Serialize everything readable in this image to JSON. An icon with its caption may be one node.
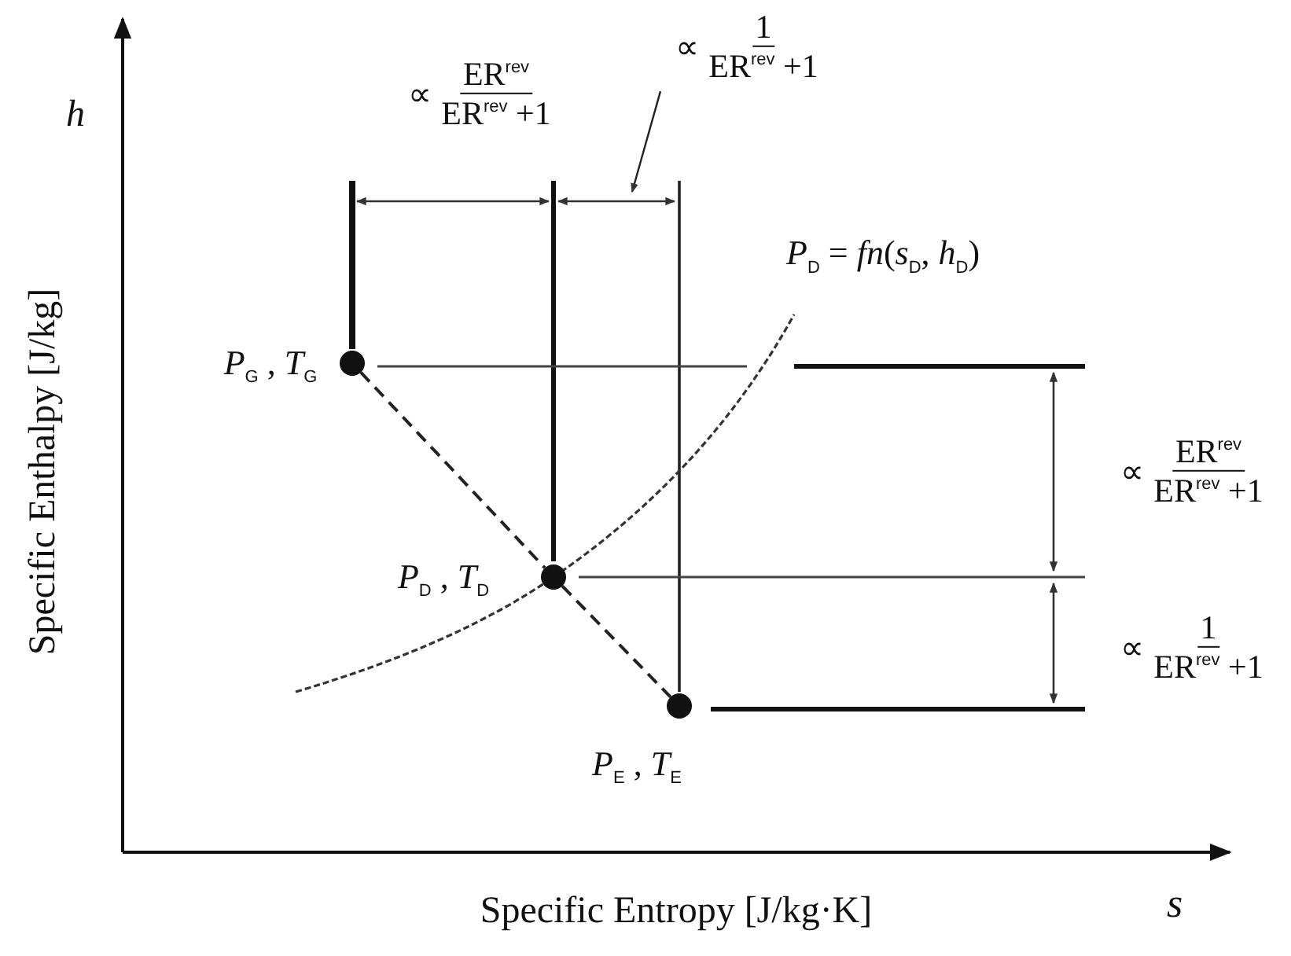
{
  "diagram": {
    "nodes": [
      {
        "text": [
          "∝",
          "1",
          "ER$^{rev}$ +1"
        ]
      },
      {
        "text": [],
        "shape": "circle",
        "beside": [
          "*P*$_{G}$ , *T*$_{G}$"
        ]
      },
      {
        "text": [],
        "shape": "circle",
        "beside": [
          "*P*$_{D}$ , *T*$_{D}$"
        ]
      },
      {
        "text": [],
        "shape": "circle",
        "beside": [
          "*P*$_{E}$ , *T*$_{E}$"
        ]
      }
    ],
    "edges": [
      {
        "from": 0,
        "to": null,
        "arrow": "to"
      },
      {
        "from": 1,
        "to": 2,
        "arrow": "none",
        "style": "dashed"
      },
      {
        "from": 2,
        "to": 3,
        "arrow": "none",
        "style": "dashed"
      }
    ],
    "labels": [
      "h",
      "∝",
      "ER$^{rev}$",
      "ER$^{rev}$ +1",
      "*P*$_{D}$ = *fn*(*s*$_{D}$, *h*$_{D}$)",
      "∝",
      "ER$^{rev}$",
      "ER$^{rev}$ +1",
      "∝",
      "1",
      "ER$^{rev}$ +1",
      "Specific Enthalpy [J/kg]",
      "Specific Entropy [J/kg·K]",
      "s"
    ]
  }
}
